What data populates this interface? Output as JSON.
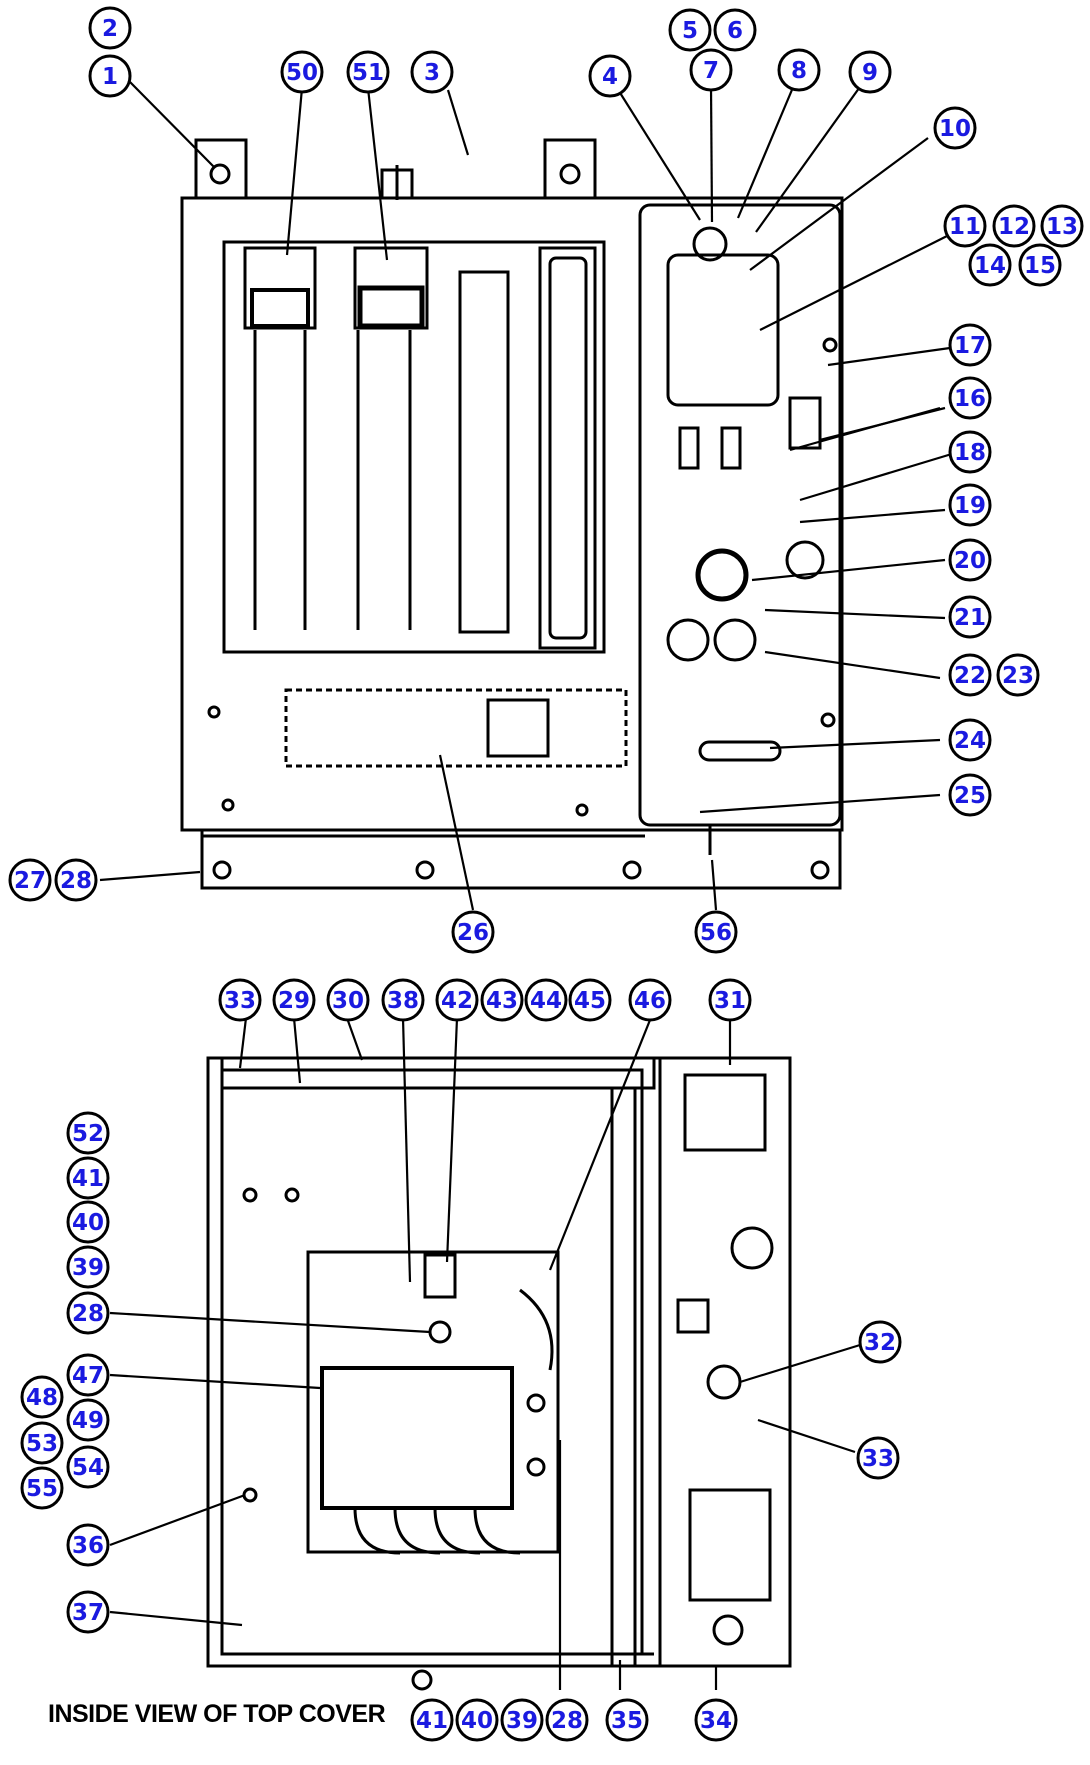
{
  "caption": "INSIDE VIEW OF TOP COVER",
  "callouts": [
    "2",
    "1",
    "50",
    "51",
    "3",
    "4",
    "5",
    "6",
    "7",
    "8",
    "9",
    "10",
    "11",
    "12",
    "13",
    "14",
    "15",
    "17",
    "16",
    "18",
    "19",
    "20",
    "21",
    "22",
    "23",
    "24",
    "25",
    "27",
    "28",
    "26",
    "56",
    "33",
    "29",
    "30",
    "38",
    "42",
    "43",
    "44",
    "45",
    "46",
    "31",
    "52",
    "41",
    "40",
    "39",
    "28",
    "47",
    "48",
    "49",
    "53",
    "54",
    "55",
    "36",
    "37",
    "32",
    "33",
    "41",
    "40",
    "39",
    "28",
    "35",
    "34"
  ],
  "colors": {
    "callout_text": "#1a1ae0",
    "line": "#000000"
  }
}
